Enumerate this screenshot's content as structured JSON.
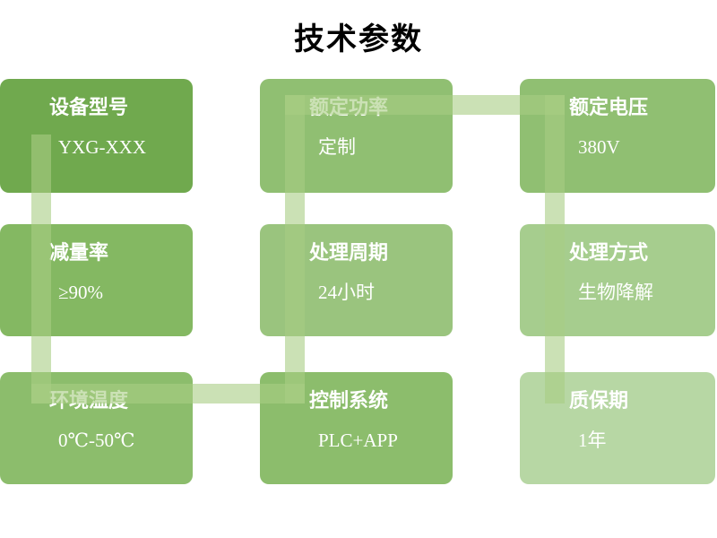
{
  "title": "技术参数",
  "colors": {
    "background": "#ffffff",
    "title_text": "#000000",
    "card_text": "#ffffff",
    "connector": "rgba(168,205,132,0.6)"
  },
  "cards": [
    {
      "id": "device-model",
      "label": "设备型号",
      "value": "YXG-XXX",
      "color": "#70a94e"
    },
    {
      "id": "rated-power",
      "label": "额定功率",
      "value": "定制",
      "color": "#90bf72"
    },
    {
      "id": "rated-voltage",
      "label": "额定电压",
      "value": "380V",
      "color": "#90bf72"
    },
    {
      "id": "reduction-rate",
      "label": "减量率",
      "value": "≥90%",
      "color": "#84b862"
    },
    {
      "id": "processing-cycle",
      "label": "处理周期",
      "value": "24小时",
      "color": "#9ac47e"
    },
    {
      "id": "processing-method",
      "label": "处理方式",
      "value": "生物降解",
      "color": "#a6cd8e"
    },
    {
      "id": "ambient-temperature",
      "label": "环境温度",
      "value": "0℃-50℃",
      "color": "#8cbd6c"
    },
    {
      "id": "control-system",
      "label": "控制系统",
      "value": "PLC+APP",
      "color": "#8cbd6c"
    },
    {
      "id": "warranty-period",
      "label": "质保期",
      "value": "1年",
      "color": "#b7d7a4"
    }
  ]
}
